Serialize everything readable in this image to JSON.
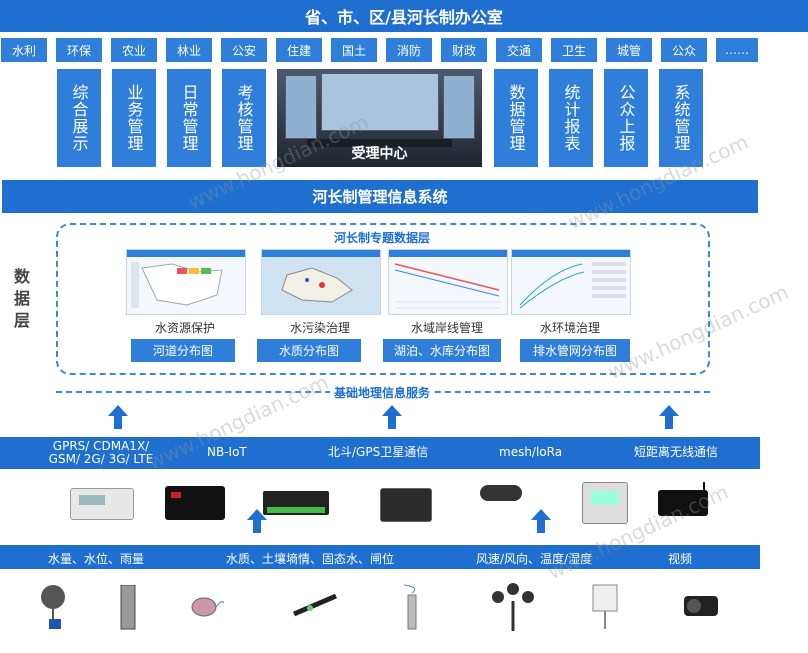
{
  "header": {
    "title": "省、市、区/县河长制办公室"
  },
  "departments": [
    "水利",
    "环保",
    "农业",
    "林业",
    "公安",
    "住建",
    "国土",
    "消防",
    "财政",
    "交通",
    "卫生",
    "城管",
    "公众",
    "……"
  ],
  "modules_left": [
    "综合展示",
    "业务管理",
    "日常管理",
    "考核管理"
  ],
  "center": {
    "label": "受理中心"
  },
  "modules_right": [
    "数据管理",
    "统计报表",
    "公众上报",
    "系统管理"
  ],
  "system": {
    "title": "河长制管理信息系统"
  },
  "data_layer": {
    "side_label": "数据层",
    "topic_title": "河长制专题数据层",
    "topics": [
      {
        "caption": "水资源保护",
        "button": "河道分布图"
      },
      {
        "caption": "水污染治理",
        "button": "水质分布图"
      },
      {
        "caption": "水域岸线管理",
        "button": "湖泊、水库分布图"
      },
      {
        "caption": "水环境治理",
        "button": "排水管网分布图"
      }
    ],
    "geo_service": "基础地理信息服务"
  },
  "communication": [
    "GPRS/ CDMA1X/ GSM/ 2G/ 3G/ LTE",
    "NB-IoT",
    "北斗/GPS卫星通信",
    "mesh/loRa",
    "短距离无线通信"
  ],
  "sensors": [
    "水量、水位、雨量",
    "水质、土壤墒情、固态水、闸位",
    "风速/风向、温度/湿度",
    "视频"
  ],
  "watermark": "www.hongdian.com",
  "colors": {
    "primary": "#1e6fd0",
    "tile": "#2f7fda",
    "dash": "#3a86e0"
  }
}
